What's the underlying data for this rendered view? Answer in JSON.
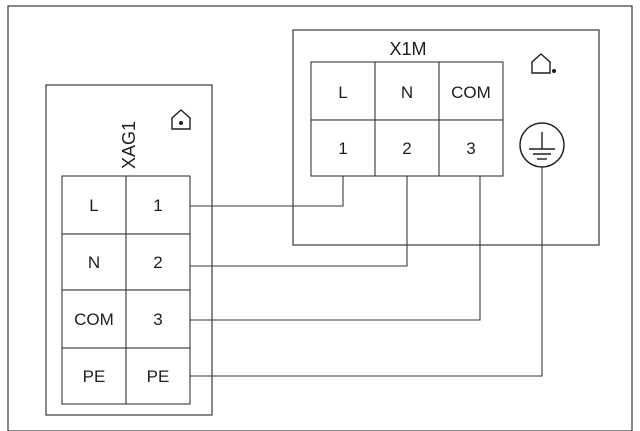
{
  "xag1": {
    "title": "XAG1",
    "icon": "home-icon",
    "rows": [
      {
        "left": "L",
        "right": "1"
      },
      {
        "left": "N",
        "right": "2"
      },
      {
        "left": "COM",
        "right": "3"
      },
      {
        "left": "PE",
        "right": "PE"
      }
    ]
  },
  "x1m": {
    "title": "X1M",
    "icon": "home-icon",
    "ground_icon": "ground-icon",
    "top_labels": [
      "L",
      "N",
      "COM"
    ],
    "bottom_labels": [
      "1",
      "2",
      "3"
    ]
  },
  "colors": {
    "line": "#3a3a3a",
    "text": "#1e1e1e",
    "background": "#ffffff"
  }
}
